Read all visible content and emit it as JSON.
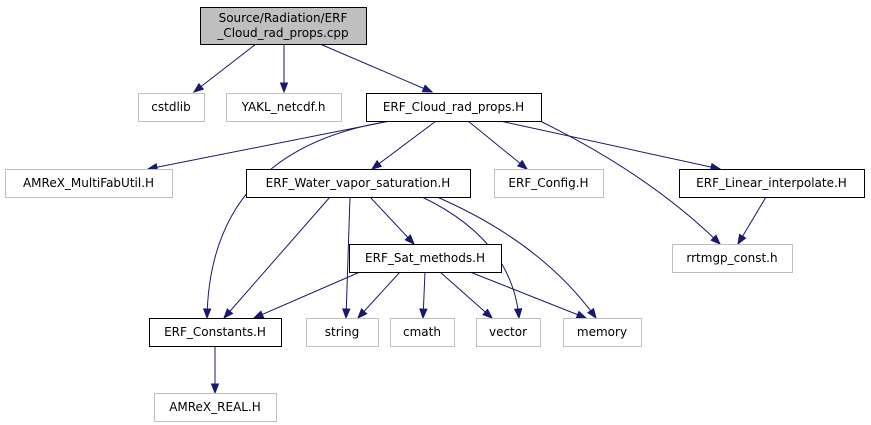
{
  "colors": {
    "edge": "#191970",
    "focus_fill": "#bfbfbf",
    "documented_border": "#000000",
    "external_border": "#bfbfbf",
    "node_fill": "#ffffff"
  },
  "nodes": [
    {
      "id": "root",
      "lines": [
        "Source/Radiation/ERF",
        "_Cloud_rad_props.cpp"
      ],
      "kind": "focus"
    },
    {
      "id": "cstdlib",
      "lines": [
        "cstdlib"
      ],
      "kind": "external"
    },
    {
      "id": "yakl",
      "lines": [
        "YAKL_netcdf.h"
      ],
      "kind": "external"
    },
    {
      "id": "crp",
      "lines": [
        "ERF_Cloud_rad_props.H"
      ],
      "kind": "documented"
    },
    {
      "id": "amrex_mf",
      "lines": [
        "AMReX_MultiFabUtil.H"
      ],
      "kind": "external"
    },
    {
      "id": "wvs",
      "lines": [
        "ERF_Water_vapor_saturation.H"
      ],
      "kind": "documented"
    },
    {
      "id": "config",
      "lines": [
        "ERF_Config.H"
      ],
      "kind": "external"
    },
    {
      "id": "linint",
      "lines": [
        "ERF_Linear_interpolate.H"
      ],
      "kind": "documented"
    },
    {
      "id": "satm",
      "lines": [
        "ERF_Sat_methods.H"
      ],
      "kind": "documented"
    },
    {
      "id": "rrtmgp",
      "lines": [
        "rrtmgp_const.h"
      ],
      "kind": "external"
    },
    {
      "id": "consts",
      "lines": [
        "ERF_Constants.H"
      ],
      "kind": "documented"
    },
    {
      "id": "string",
      "lines": [
        "string"
      ],
      "kind": "external"
    },
    {
      "id": "cmath",
      "lines": [
        "cmath"
      ],
      "kind": "external"
    },
    {
      "id": "vector",
      "lines": [
        "vector"
      ],
      "kind": "external"
    },
    {
      "id": "memory",
      "lines": [
        "memory"
      ],
      "kind": "external"
    },
    {
      "id": "amrex_real",
      "lines": [
        "AMReX_REAL.H"
      ],
      "kind": "external"
    }
  ],
  "edges": [
    [
      "root",
      "cstdlib"
    ],
    [
      "root",
      "yakl"
    ],
    [
      "root",
      "crp"
    ],
    [
      "crp",
      "amrex_mf"
    ],
    [
      "crp",
      "wvs"
    ],
    [
      "crp",
      "config"
    ],
    [
      "crp",
      "linint"
    ],
    [
      "crp",
      "consts"
    ],
    [
      "crp",
      "rrtmgp"
    ],
    [
      "wvs",
      "satm"
    ],
    [
      "wvs",
      "consts"
    ],
    [
      "wvs",
      "string"
    ],
    [
      "wvs",
      "vector"
    ],
    [
      "wvs",
      "memory"
    ],
    [
      "satm",
      "consts"
    ],
    [
      "satm",
      "string"
    ],
    [
      "satm",
      "cmath"
    ],
    [
      "satm",
      "vector"
    ],
    [
      "satm",
      "memory"
    ],
    [
      "linint",
      "rrtmgp"
    ],
    [
      "consts",
      "amrex_real"
    ]
  ]
}
